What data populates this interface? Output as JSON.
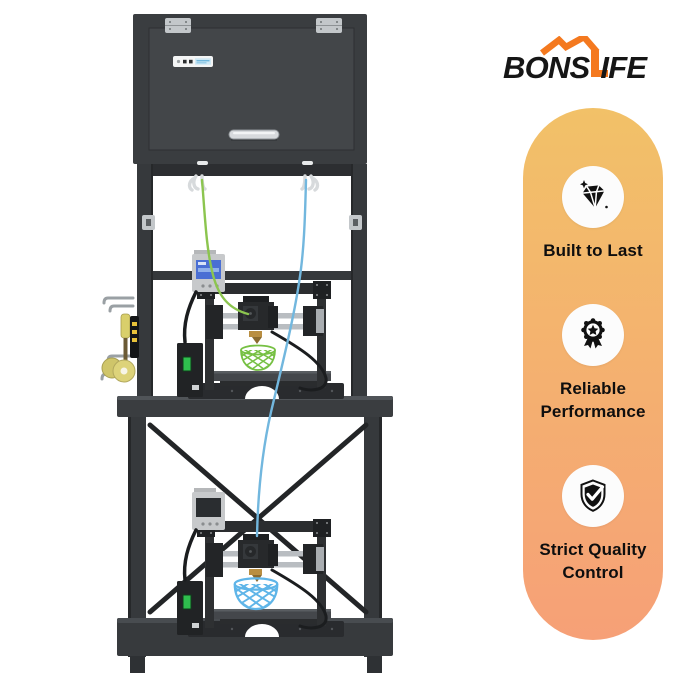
{
  "brand": {
    "logo_left": "BONS",
    "logo_right": "IFE",
    "logo_full": "BONSLIFE",
    "accent_color": "#f4791f"
  },
  "feature_panel": {
    "gradient_top": "#f2c168",
    "gradient_bottom": "#f6a077",
    "features": [
      {
        "icon": "diamond-icon",
        "label": "Built to Last"
      },
      {
        "icon": "medal-icon",
        "label": "Reliable Performance"
      },
      {
        "icon": "shield-check-icon",
        "label": "Strict Quality Control"
      }
    ]
  },
  "product": {
    "frame_color": "#3a3d40",
    "filament_left_color": "#8cc54f",
    "filament_right_color": "#72b7de",
    "power_switch_color": "#2fbf4e",
    "screen_color": "#4a6fd4"
  }
}
